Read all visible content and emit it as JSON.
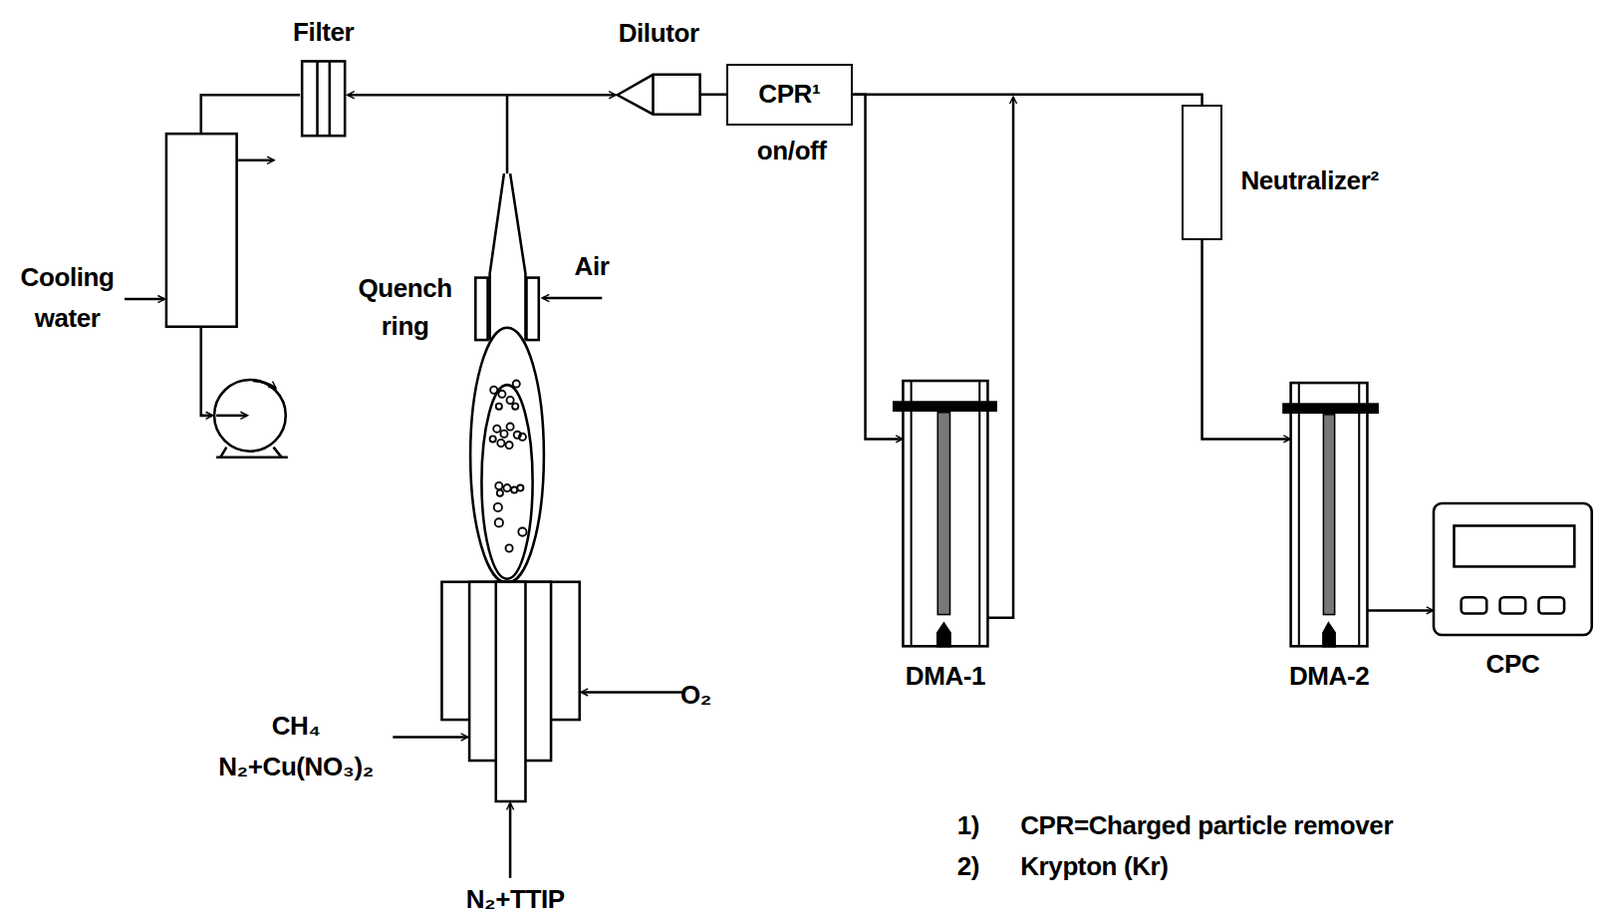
{
  "diagram": {
    "nodes": [
      {
        "text": [
          "Filter"
        ]
      },
      {
        "text": [
          "Dilutor"
        ]
      },
      {
        "text": [
          "CPR¹",
          "on/off"
        ]
      },
      {
        "text": [
          "Neutralizer²"
        ]
      },
      {
        "text": [
          "DMA-1"
        ]
      },
      {
        "text": [
          "DMA-2"
        ]
      },
      {
        "text": [
          "CPC"
        ]
      }
    ],
    "edges": [
      {
        "from": 1,
        "to": 2,
        "arrow": "none"
      },
      {
        "from": 2,
        "to": 4,
        "arrow": "to"
      },
      {
        "from": 4,
        "to": 3,
        "arrow": "to"
      },
      {
        "from": 2,
        "to": 3,
        "arrow": "none"
      },
      {
        "from": 3,
        "to": 5,
        "arrow": "to"
      },
      {
        "from": 5,
        "to": 6,
        "arrow": "to"
      }
    ],
    "labels": [
      "Cooling water",
      "Quench ring",
      "Air",
      "CH₄",
      "N₂+Cu(NO₃)₂",
      "O₂",
      "N₂+TTIP",
      "1)",
      "CPR=Charged particle remover",
      "2)",
      "Krypton (Kr)"
    ]
  }
}
